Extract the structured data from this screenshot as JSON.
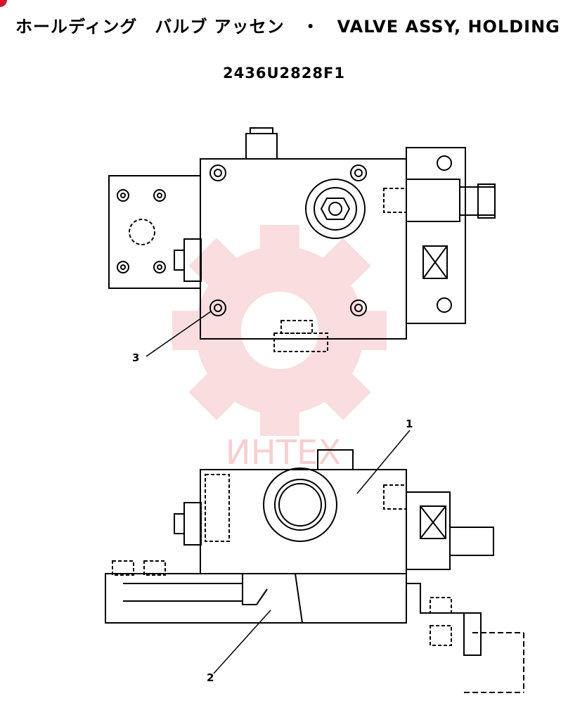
{
  "header": {
    "title": "ホールディング　バルブ アッセン　・　VALVE ASSY, HOLDING",
    "part_number": "2436U2828F1"
  },
  "watermark": {
    "text": "ИНТЕХ",
    "color": "#f0a0a4"
  },
  "callouts": [
    {
      "label": "1"
    },
    {
      "label": "2"
    },
    {
      "label": "3"
    }
  ],
  "colors": {
    "line": "#000000",
    "brand_badge": "#d0142c"
  }
}
